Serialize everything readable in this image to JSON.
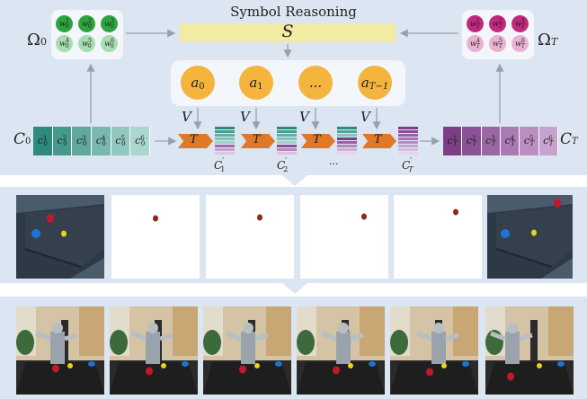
{
  "header": {
    "title": "Symbol Reasoning"
  },
  "symbols": {
    "S": "S",
    "omega_0": "Ω",
    "omega_0_sub": "0",
    "omega_T": "Ω",
    "omega_T_sub": "T",
    "c0": "C",
    "c0_sub": "0",
    "cT": "C",
    "cT_sub": "T",
    "V": "V",
    "T": "T",
    "ellipsis_bottom": "···"
  },
  "omega0_nodes": [
    {
      "base": "w",
      "sub": "0",
      "sup": "1"
    },
    {
      "base": "w",
      "sub": "0",
      "sup": "2"
    },
    {
      "base": "w",
      "sub": "0",
      "sup": "3"
    },
    {
      "base": "w",
      "sub": "0",
      "sup": "4"
    },
    {
      "base": "w",
      "sub": "0",
      "sup": "5"
    },
    {
      "base": "w",
      "sub": "0",
      "sup": "6"
    }
  ],
  "omegaT_nodes": [
    {
      "base": "w",
      "sub": "T",
      "sup": "1"
    },
    {
      "base": "w",
      "sub": "T",
      "sup": "2"
    },
    {
      "base": "w",
      "sub": "T",
      "sup": "3"
    },
    {
      "base": "w",
      "sub": "T",
      "sup": "4"
    },
    {
      "base": "w",
      "sub": "T",
      "sup": "5"
    },
    {
      "base": "w",
      "sub": "T",
      "sup": "6"
    }
  ],
  "actions": [
    {
      "base": "a",
      "sub": "0"
    },
    {
      "base": "a",
      "sub": "1"
    },
    {
      "base": "...",
      "sub": ""
    },
    {
      "base": "a",
      "sub": "T−1"
    }
  ],
  "c0_cells": [
    {
      "base": "c",
      "sub": "0",
      "sup": "1"
    },
    {
      "base": "c",
      "sub": "0",
      "sup": "2"
    },
    {
      "base": "c",
      "sub": "0",
      "sup": "3"
    },
    {
      "base": "c",
      "sub": "0",
      "sup": "4"
    },
    {
      "base": "c",
      "sub": "0",
      "sup": "5"
    },
    {
      "base": "c",
      "sub": "0",
      "sup": "6"
    }
  ],
  "cT_cells": [
    {
      "base": "c",
      "sub": "T",
      "sup": "1"
    },
    {
      "base": "c",
      "sub": "T",
      "sup": "2"
    },
    {
      "base": "c",
      "sub": "T",
      "sup": "3"
    },
    {
      "base": "c",
      "sub": "T",
      "sup": "4"
    },
    {
      "base": "c",
      "sub": "T",
      "sup": "5"
    },
    {
      "base": "c",
      "sub": "T",
      "sup": "6"
    }
  ],
  "state_labels": [
    {
      "base": "C",
      "sub": "1",
      "prime": "′"
    },
    {
      "base": "C",
      "sub": "2",
      "prime": "′"
    },
    {
      "base": "C",
      "sub": "T",
      "prime": "′"
    }
  ],
  "colors": {
    "panel_bg": "#dce5f2",
    "action_fill": "#f4b43e",
    "arrow_T": "#e0782a",
    "S_bar": "#f2eba3",
    "teal_dark": "#2f8a7c",
    "teal_light": "#a9d6cf",
    "purple_dark": "#7c3f86",
    "purple_light": "#c9a3cf",
    "green_dark": "#2ea43f",
    "green_light": "#a9dcb0",
    "magenta_dark": "#c2287e",
    "magenta_light": "#eab1d3"
  },
  "image_rows": {
    "middle_frames": [
      "start-scene-photo",
      "render-1",
      "render-2",
      "render-3",
      "render-4",
      "goal-scene-photo"
    ],
    "bottom_frames": [
      "robot-frame-1",
      "robot-frame-2",
      "robot-frame-3",
      "robot-frame-4",
      "robot-frame-5",
      "robot-frame-6"
    ]
  }
}
